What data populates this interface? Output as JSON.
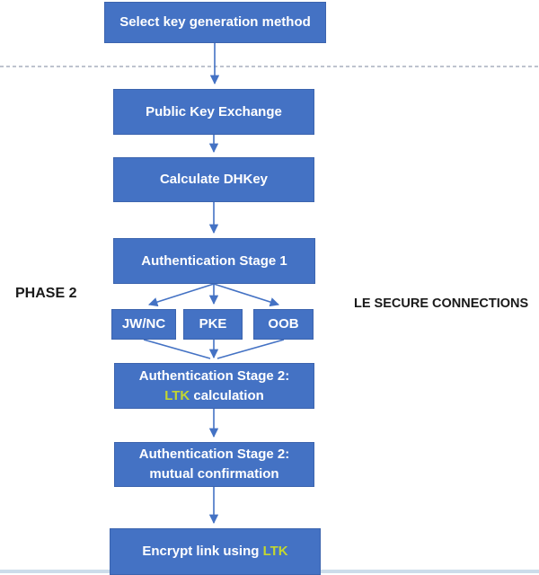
{
  "side_labels": {
    "left": "PHASE 2",
    "right": "LE SECURE CONNECTIONS"
  },
  "boxes": {
    "select_method": {
      "text": "Select key generation method"
    },
    "public_key_exchange": {
      "text": "Public Key Exchange"
    },
    "calculate_dhkey": {
      "text": "Calculate DHKey"
    },
    "auth_stage_1": {
      "text": "Authentication Stage 1"
    },
    "jw_nc": {
      "text": "JW/NC"
    },
    "pke": {
      "text": "PKE"
    },
    "oob": {
      "text": "OOB"
    },
    "auth_stage_2_ltk": {
      "line1": "Authentication Stage 2:",
      "ltk": "LTK",
      "rest": " calculation"
    },
    "auth_stage_2_mutual": {
      "line1": "Authentication Stage 2:",
      "line2": "mutual confirmation"
    },
    "encrypt_link": {
      "pre": "Encrypt link using ",
      "ltk": "LTK"
    }
  },
  "colors": {
    "box_fill": "#4472C4",
    "box_border": "#3C64AE",
    "box_text": "#FFFFFF",
    "ltk_highlight": "#C3D72F",
    "arrow": "#4472C4",
    "divider_dashed": "#A9AFBE",
    "bottom_rule": "#CCDCEA",
    "side_label_text": "#1A1A1A"
  }
}
